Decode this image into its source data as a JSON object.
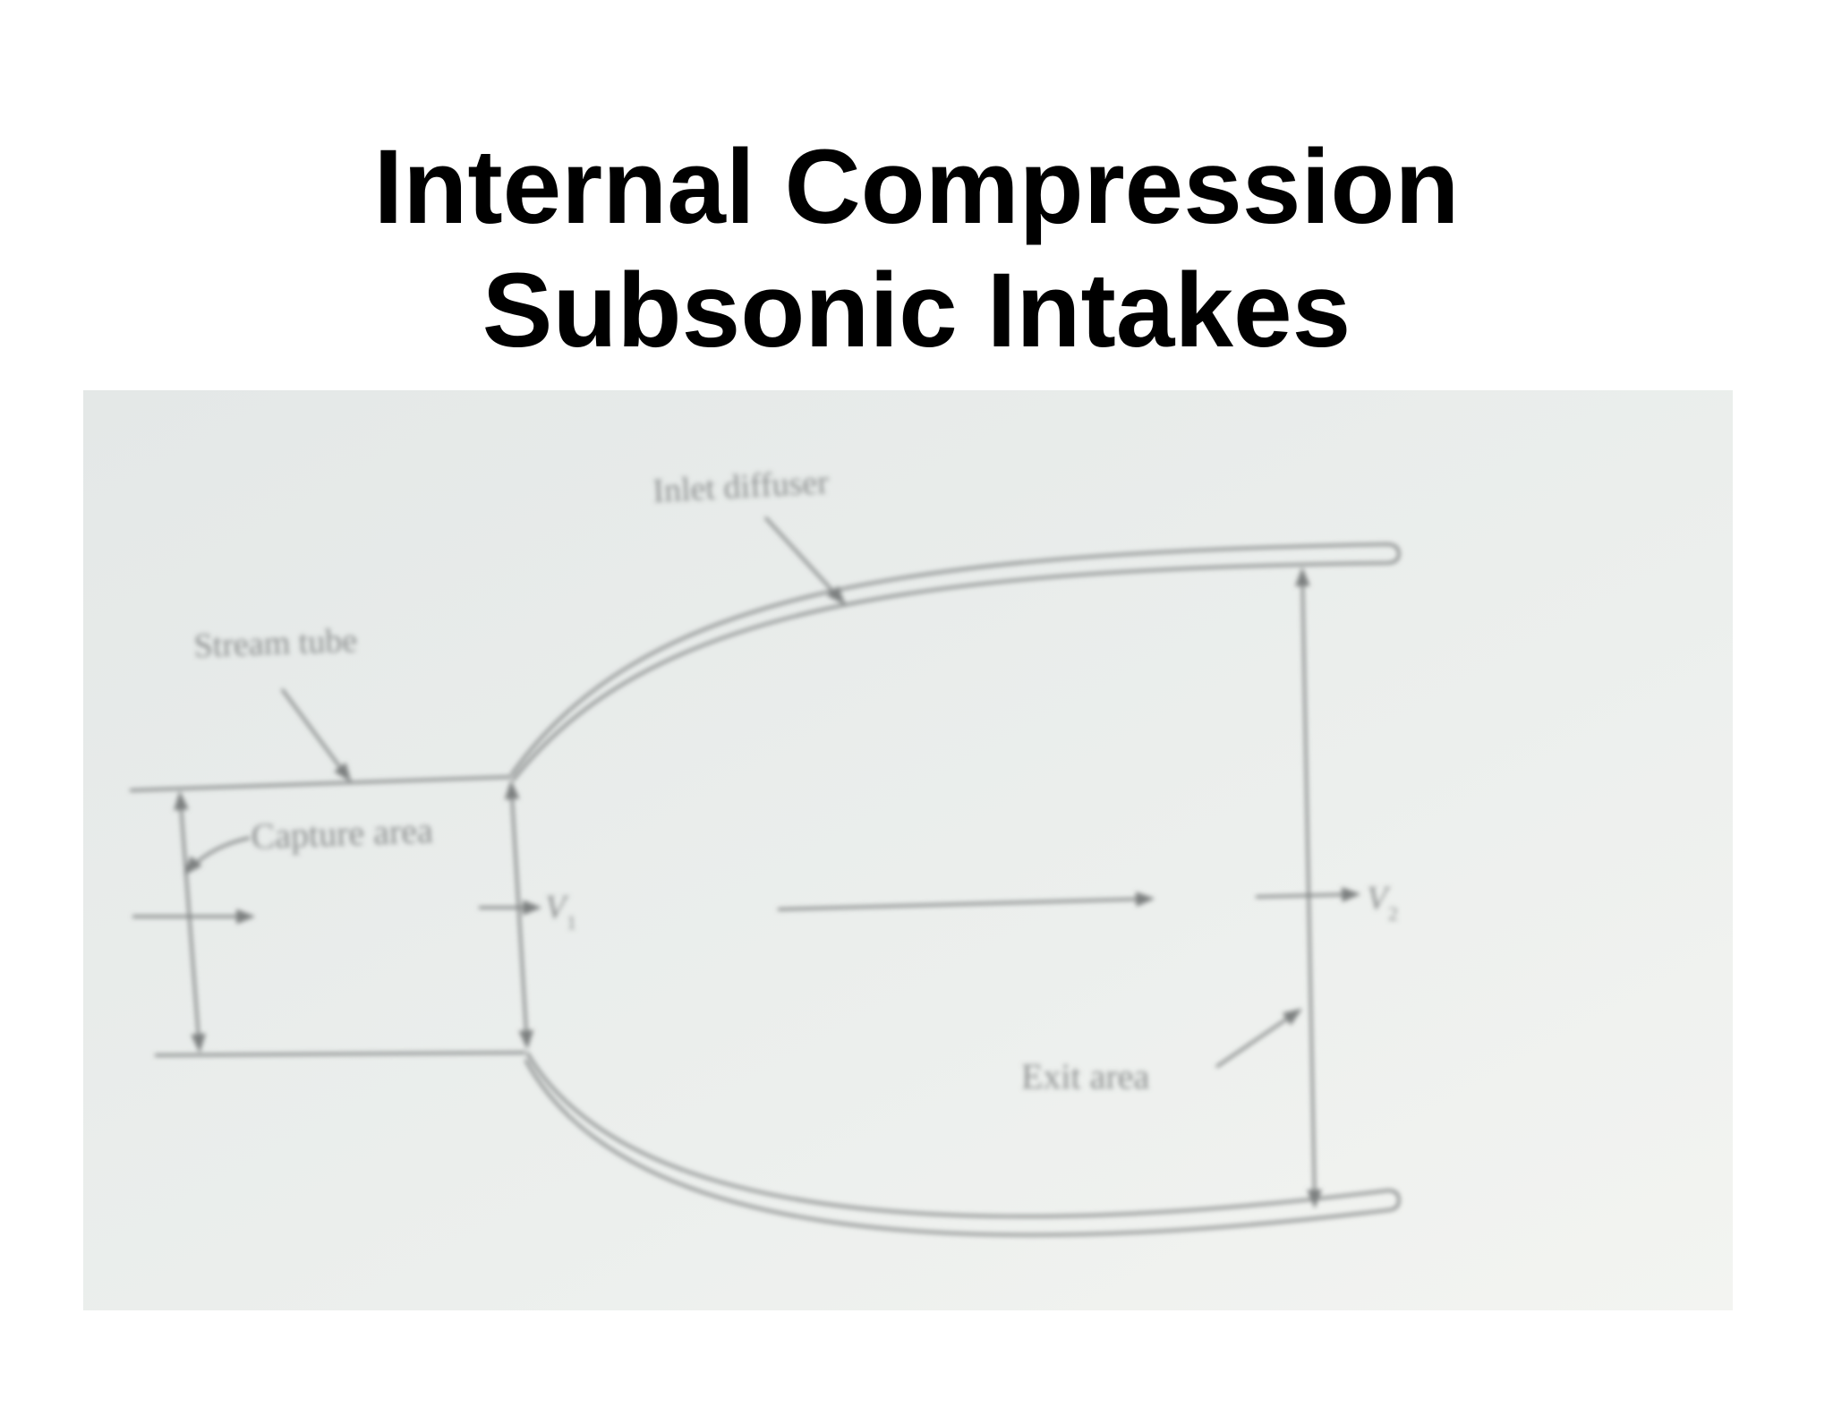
{
  "slide": {
    "title_line1": "Internal Compression",
    "title_line2": "Subsonic Intakes"
  },
  "diagram": {
    "labels": {
      "inlet_diffuser": "Inlet diffuser",
      "stream_tube": "Stream tube",
      "capture_area": "Capture area",
      "exit_area": "Exit area",
      "v1": "V",
      "v1_sub": "1",
      "v2": "V",
      "v2_sub": "2"
    },
    "colors": {
      "photo_background": "#e8ebe9",
      "line": "#7d8080",
      "label": "#8d9090"
    }
  }
}
